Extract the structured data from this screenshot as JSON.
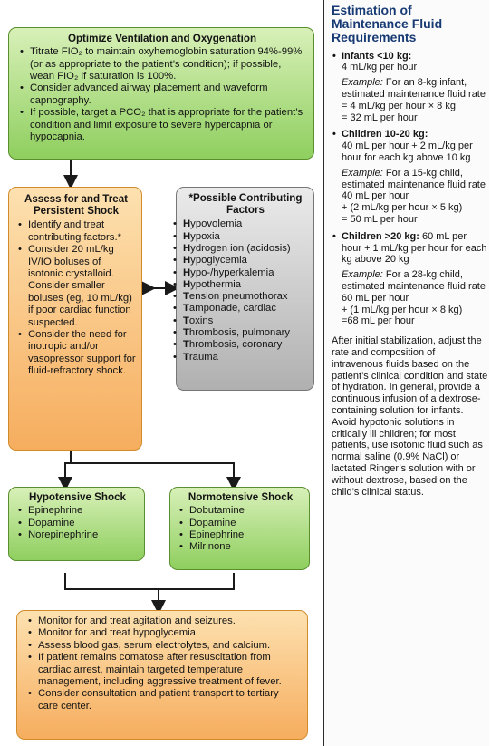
{
  "optimize": {
    "title": "Optimize Ventilation and Oxygenation",
    "items": [
      "Titrate FIO₂ to maintain oxyhemoglobin saturation 94%-99% (or as appropriate to the patient’s condition); if possible, wean FIO₂ if saturation is 100%.",
      "Consider advanced airway placement and waveform capnography.",
      "If possible, target a PCO₂ that is appropriate for the patient’s condition and limit exposure to severe hypercapnia or hypocapnia."
    ]
  },
  "assess": {
    "title": "Assess for and Treat Persistent Shock",
    "items": [
      "Identify and treat contributing factors.*",
      "Consider 20 mL/kg IV/IO boluses of isotonic crystalloid. Consider smaller boluses (eg, 10 mL/kg) if poor cardiac function suspected.",
      "Consider the need for inotropic and/or vasopressor support for fluid-refractory shock."
    ]
  },
  "factors": {
    "title": "*Possible Contributing Factors",
    "items": [
      {
        "initial": "H",
        "rest": "ypovolemia"
      },
      {
        "initial": "H",
        "rest": "ypoxia"
      },
      {
        "initial": "H",
        "rest": "ydrogen ion (acidosis)"
      },
      {
        "initial": "H",
        "rest": "ypoglycemia"
      },
      {
        "initial": "H",
        "rest": "ypo-/hyperkalemia"
      },
      {
        "initial": "H",
        "rest": "ypothermia"
      },
      {
        "initial": "T",
        "rest": "ension pneumothorax"
      },
      {
        "initial": "T",
        "rest": "amponade, cardiac"
      },
      {
        "initial": "T",
        "rest": "oxins"
      },
      {
        "initial": "T",
        "rest": "hrombosis, pulmonary"
      },
      {
        "initial": "T",
        "rest": "hrombosis, coronary"
      },
      {
        "initial": "T",
        "rest": "rauma"
      }
    ]
  },
  "hypotensive": {
    "title": "Hypotensive Shock",
    "items": [
      "Epinephrine",
      "Dopamine",
      "Norepinephrine"
    ]
  },
  "normotensive": {
    "title": "Normotensive Shock",
    "items": [
      "Dobutamine",
      "Dopamine",
      "Epinephrine",
      "Milrinone"
    ]
  },
  "monitor": {
    "items": [
      "Monitor for and treat agitation and seizures.",
      "Monitor for and treat hypoglycemia.",
      "Assess blood gas, serum electrolytes, and calcium.",
      "If patient remains comatose after resuscitation from cardiac arrest, maintain targeted temperature management, including aggressive treatment of fever.",
      "Consider consultation and patient transport to tertiary care center."
    ]
  },
  "sidebar": {
    "title": "Estimation of Maintenance Fluid Requirements",
    "items": [
      {
        "heading": "Infants <10 kg:",
        "rate": "4 mL/kg per hour",
        "example_label": "Example:",
        "example_lines": [
          "For an 8-kg infant, estimated maintenance fluid rate",
          "= 4 mL/kg per hour × 8 kg",
          "= 32 mL per hour"
        ]
      },
      {
        "heading": "Children 10-20 kg:",
        "rate": "40 mL per hour + 2 mL/kg per hour for each kg above 10 kg",
        "example_label": "Example:",
        "example_lines": [
          "For a 15-kg child, estimated maintenance fluid rate",
          "40 mL per hour",
          "+ (2 mL/kg per hour × 5 kg)",
          "= 50 mL per hour"
        ]
      },
      {
        "heading": "Children >20 kg:",
        "rate": "60 mL per hour + 1 mL/kg per hour for each kg above 20 kg",
        "example_label": "Example:",
        "example_lines": [
          "For a 28-kg child, estimated maintenance fluid rate",
          "60 mL per hour",
          "+ (1 mL/kg per hour × 8 kg)",
          "=68 mL per hour"
        ]
      }
    ],
    "note": "After initial stabilization, adjust the rate and composition of intravenous fluids based on the patient’s clinical condition and state of hydration. In general, provide a continuous infusion of a dextrose-containing solution for infants. Avoid hypotonic solutions in critically ill children; for most patients, use isotonic fluid such as normal saline (0.9% NaCl) or lactated Ringer’s solution with or without dextrose, based on the child’s clinical status."
  }
}
